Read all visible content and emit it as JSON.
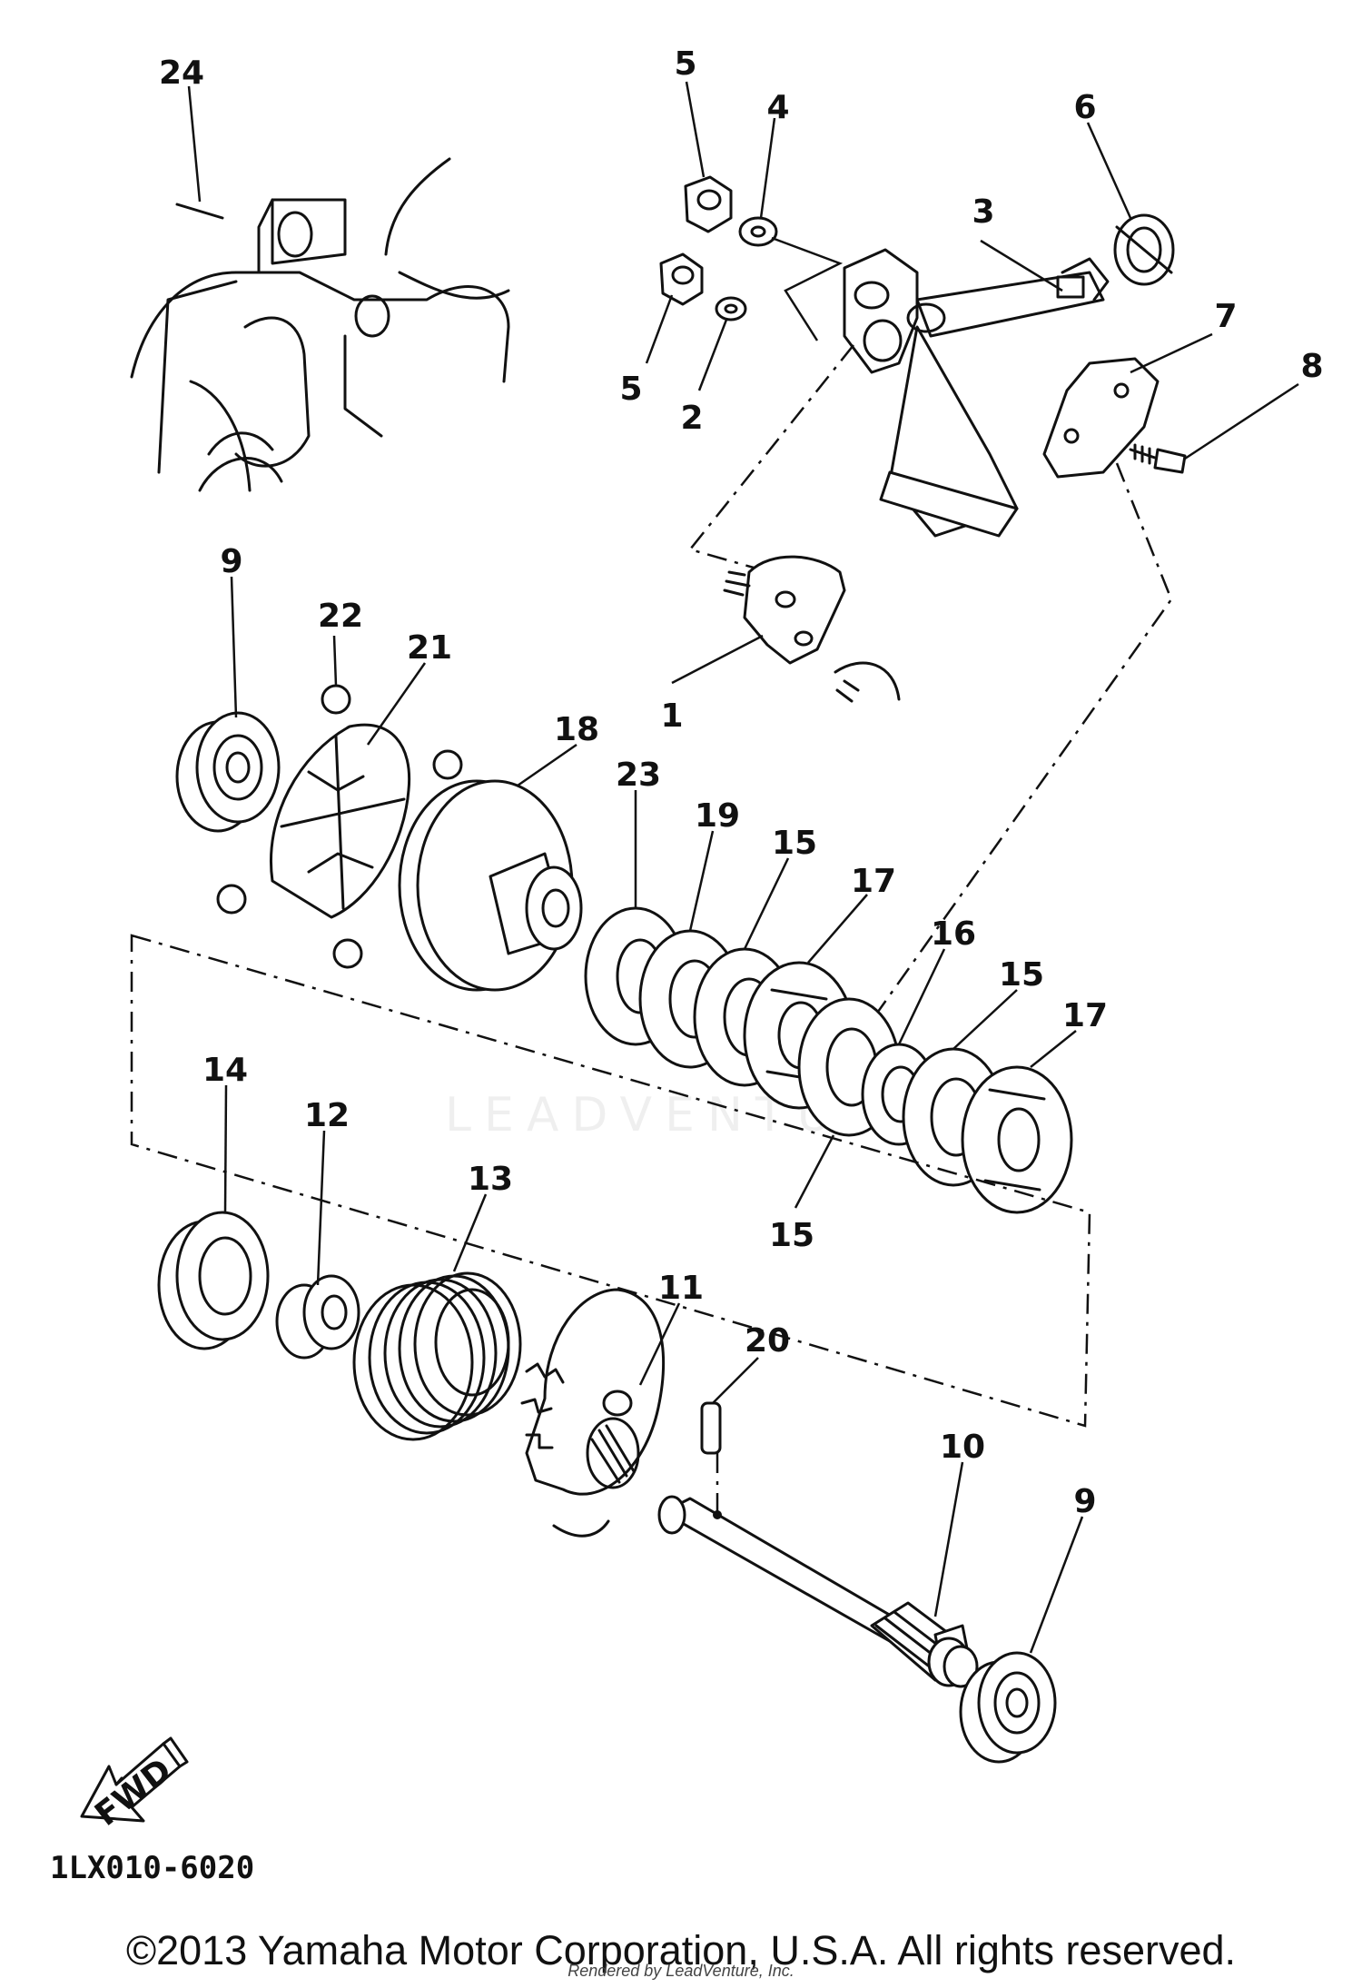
{
  "diagram": {
    "part_numbers": [
      "1",
      "2",
      "3",
      "4",
      "5",
      "5",
      "6",
      "7",
      "8",
      "9",
      "9",
      "10",
      "11",
      "12",
      "13",
      "14",
      "15",
      "15",
      "15",
      "16",
      "17",
      "17",
      "18",
      "19",
      "20",
      "21",
      "22",
      "23",
      "24"
    ],
    "direction_tag": "FWD",
    "figure_code": "1LX010-6020",
    "watermark": "LEADVENTURE"
  },
  "footer": {
    "copyright": "©2013 Yamaha Motor Corporation, U.S.A. All rights reserved.",
    "rendered_by": "Rendered by LeadVenture, Inc."
  }
}
